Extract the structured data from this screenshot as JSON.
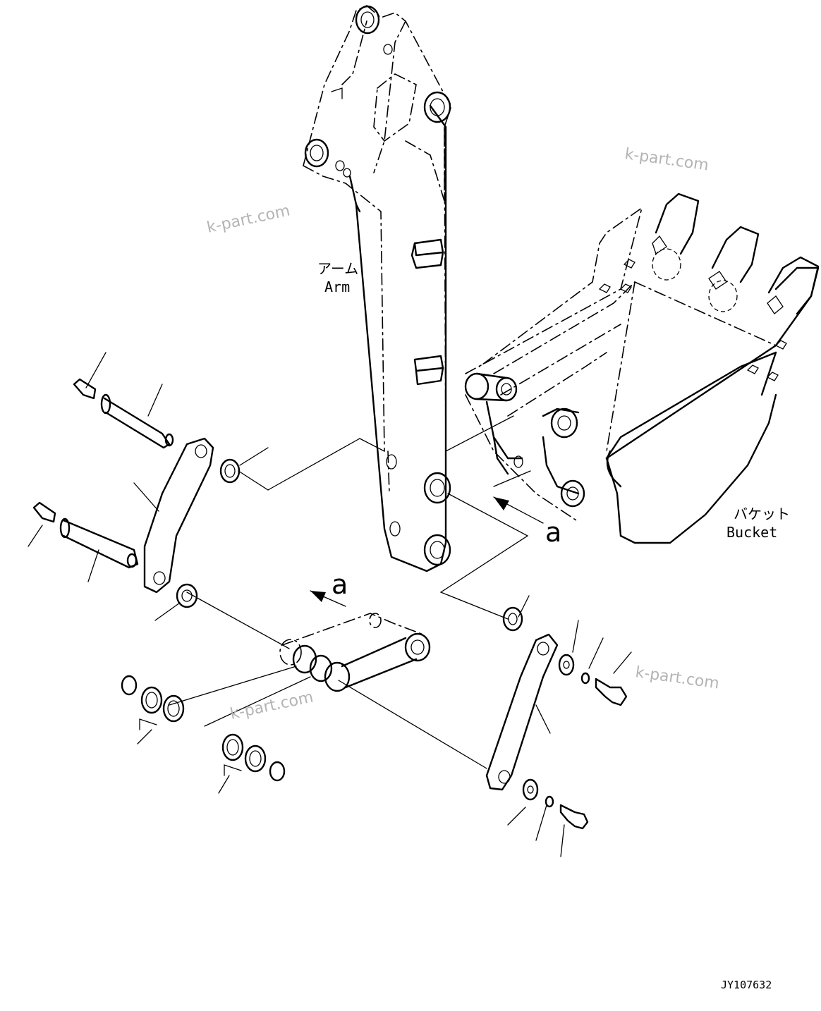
{
  "labels": {
    "arm_jp": "アーム",
    "arm_en": "Arm",
    "bucket_jp": "バケット",
    "bucket_en": "Bucket",
    "view_a_1": "a",
    "view_a_2": "a"
  },
  "watermarks": [
    "k-part.com",
    "k-part.com",
    "k-part.com",
    "k-part.com"
  ],
  "drawing_code": "JY107632"
}
